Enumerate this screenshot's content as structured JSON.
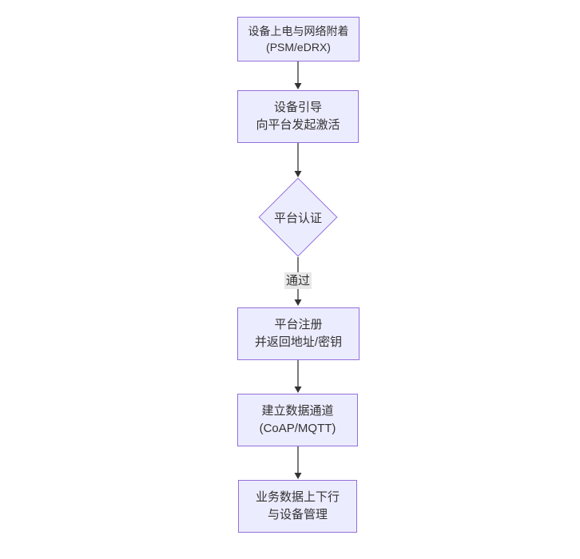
{
  "diagram": {
    "type": "flowchart-vertical",
    "colors": {
      "node_fill": "#ECECFF",
      "node_border": "#9370DB",
      "edge_line": "#333333",
      "text": "#333333",
      "edge_label_bg": "#e8e8e8",
      "background": "#ffffff"
    },
    "nodes": [
      {
        "id": "power-attach",
        "shape": "rect",
        "lines": [
          "设备上电与网络附着",
          "(PSM/eDRX)"
        ]
      },
      {
        "id": "bootstrap",
        "shape": "rect",
        "lines": [
          "设备引导",
          "向平台发起激活"
        ]
      },
      {
        "id": "platform-auth",
        "shape": "diamond",
        "lines": [
          "平台认证"
        ]
      },
      {
        "id": "platform-register",
        "shape": "rect",
        "lines": [
          "平台注册",
          "并返回地址/密钥"
        ]
      },
      {
        "id": "data-channel",
        "shape": "rect",
        "lines": [
          "建立数据通道",
          "(CoAP/MQTT)"
        ]
      },
      {
        "id": "business-data",
        "shape": "rect",
        "lines": [
          "业务数据上下行",
          "与设备管理"
        ]
      }
    ],
    "edges": [
      {
        "from": "power-attach",
        "to": "bootstrap",
        "label": ""
      },
      {
        "from": "bootstrap",
        "to": "platform-auth",
        "label": ""
      },
      {
        "from": "platform-auth",
        "to": "platform-register",
        "label": "通过"
      },
      {
        "from": "platform-register",
        "to": "data-channel",
        "label": ""
      },
      {
        "from": "data-channel",
        "to": "business-data",
        "label": ""
      }
    ]
  }
}
